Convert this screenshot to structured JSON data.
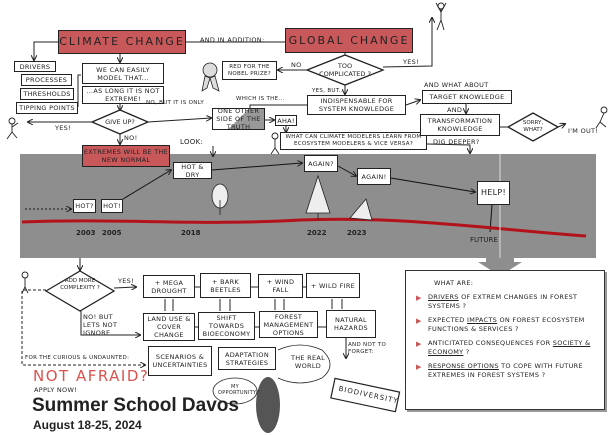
{
  "top": {
    "climate_change": "Climate Change",
    "and_in_addition": "And in addition:",
    "global_change": "Global Change",
    "drivers": "Drivers",
    "processes": "Processes",
    "thresholds": "Thresholds",
    "tipping_points": "Tipping Points",
    "easily_model": "We can easily model that...",
    "not_extreme": "...as long it is not extreme!",
    "give_up": "Give up?",
    "yes": "Yes!",
    "no": "No!",
    "no_but_only": "No, but it is only",
    "one_other_side": "One other side of the truth",
    "which_is_the": "Which is the...",
    "aha": "Aha!",
    "what_can_learn": "What can climate modelers learn from ecosystem modelers & vice versa?",
    "dig_deeper": "Dig deeper?",
    "extremes_normal": "Extremes will be the new normal",
    "look": "Look:",
    "nobel": "Red for the Nobel prize?",
    "no2": "No",
    "too_complicated": "Too complicated ?",
    "yes2": "Yes!",
    "yes_but": "Yes, but..",
    "indispensable": "Indispensable for system knowledge",
    "and_what_about": "And what about",
    "target_knowledge": "Target knowledge",
    "and": "and",
    "transformation_knowledge": "Transformation knowledge",
    "sorry_what": "Sorry, what?",
    "im_out": "I'm out!"
  },
  "timeline": {
    "events": [
      {
        "label": "Hot?",
        "year": "2003"
      },
      {
        "label": "Hot!",
        "year": "2005"
      },
      {
        "label": "Hot & Dry",
        "year": "2018"
      },
      {
        "label": "Again?",
        "year": "2022"
      },
      {
        "label": "Again!",
        "year": "2023"
      },
      {
        "label": "Help!",
        "year": "Future"
      }
    ]
  },
  "bottom": {
    "add_complexity": "Add more complexity ?",
    "yes": "Yes!",
    "no_but": "No! But lets not ignore",
    "mega_drought": "+ Mega drought",
    "bark_beetles": "+ Bark beetles",
    "wind_fall": "+ Wind fall",
    "wild_fire": "+ Wild fire",
    "land_use": "Land use & cover change",
    "bioeconomy": "Shift towards bioeconomy",
    "forest_mgmt": "Forest management options",
    "natural_hazards": "Natural hazards",
    "curious": "For the curious & undaunted:",
    "scenarios": "Scenarios & uncertainties",
    "adaptation": "Adaptation strategies",
    "real_world": "The real world",
    "opportunity": "My opportunity?",
    "not_forget": "And not to forget:",
    "biodiversity": "Biodiversity"
  },
  "promo": {
    "not_afraid": "Not afraid?",
    "apply_now": "Apply now!",
    "title": "Summer School Davos",
    "dates": "August 18-25, 2024"
  },
  "questions": {
    "heading": "What are:",
    "items": [
      {
        "em": "Drivers",
        "text": " of extrem changes in forest systems ?"
      },
      {
        "pre": "Expected ",
        "em": "impacts",
        "text": " on forest ecosystem functions & services ?"
      },
      {
        "pre": "Anticitated consequences for ",
        "em": "society & economy",
        "text": " ?"
      },
      {
        "em": "Response options",
        "text": " to cope with future extremes in forest systems ?"
      }
    ]
  },
  "colors": {
    "accent_red": "#c9585b",
    "band_gray": "#8e8e8e",
    "timeline_red": "#b3121a"
  }
}
